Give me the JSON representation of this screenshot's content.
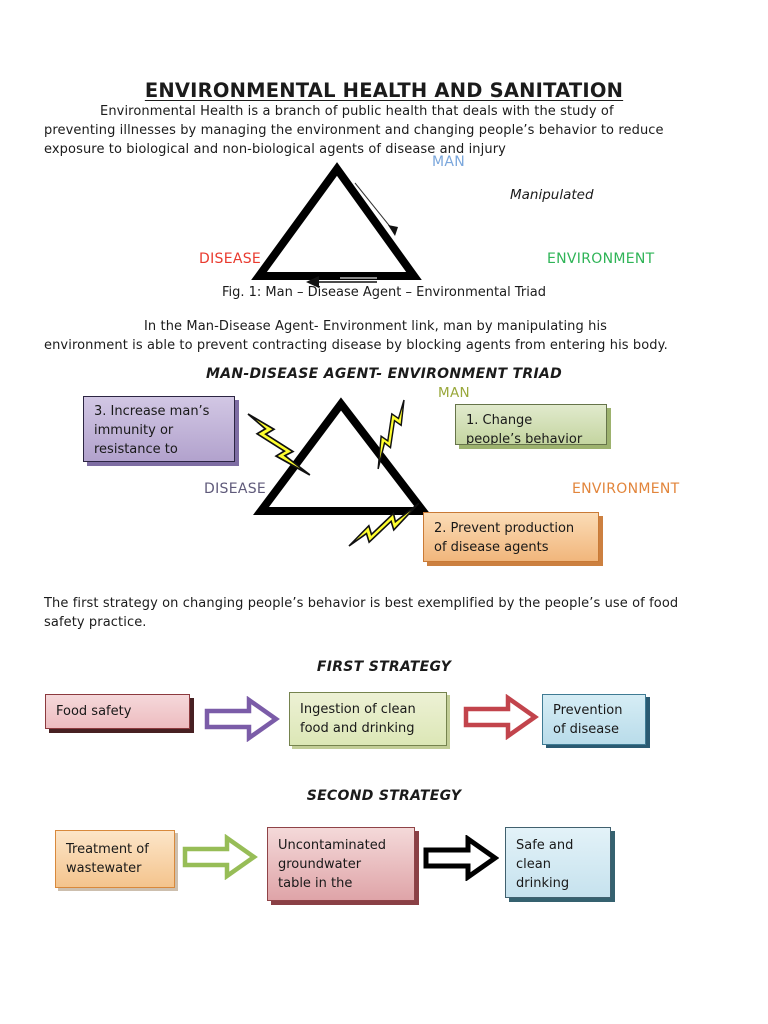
{
  "title": "ENVIRONMENTAL HEALTH AND SANITATION",
  "intro": "Environmental Health is a branch of public health that deals with the study of\npreventing illnesses by managing the environment and changing people’s behavior to reduce\nexposure to biological and non-biological agents of disease and injury",
  "fig1": {
    "man": "MAN",
    "manipulated": "Manipulated",
    "disease": "DISEASE",
    "environment": "ENVIRONMENT",
    "caption": "Fig. 1: Man – Disease Agent – Environmental Triad"
  },
  "link_paragraph": "In the Man-Disease Agent- Environment link, man by manipulating his\nenvironment is able to prevent contracting disease by blocking agents from entering his body.",
  "triad2": {
    "heading": "MAN-DISEASE AGENT- ENVIRONMENT TRIAD",
    "man": "MAN",
    "disease": "DISEASE",
    "environment": "ENVIRONMENT",
    "boxes": {
      "immunity": "3. Increase man’s\nimmunity or\nresistance to",
      "behavior": "1. Change\npeople’s behavior",
      "prevent": "2. Prevent production\nof disease agents"
    }
  },
  "strategy_paragraph": "The first strategy on changing people’s behavior is best exemplified by the people’s use of food\nsafety practice.",
  "first_strategy": {
    "heading": "FIRST STRATEGY",
    "boxes": {
      "food": "Food safety",
      "ingestion": "Ingestion of clean\nfood and drinking",
      "prevention": "Prevention\nof disease"
    }
  },
  "second_strategy": {
    "heading": "SECOND STRATEGY",
    "boxes": {
      "treatment": "Treatment of\nwastewater",
      "groundwater": "Uncontaminated\ngroundwater\ntable in the",
      "safe": "Safe and\nclean\ndrinking"
    }
  },
  "colors": {
    "man1": "#7ba7dc",
    "disease1": "#e93a2e",
    "environment1": "#2fb457",
    "man2": "#99a83b",
    "disease2": "#5f5a7a",
    "environment2": "#e2853b",
    "triangle": "#000000",
    "bolt": "#ffff2e",
    "arrow_purple": "#7b5ca8",
    "arrow_red": "#c2444c",
    "arrow_green": "#97bd57",
    "arrow_black": "#000000"
  }
}
